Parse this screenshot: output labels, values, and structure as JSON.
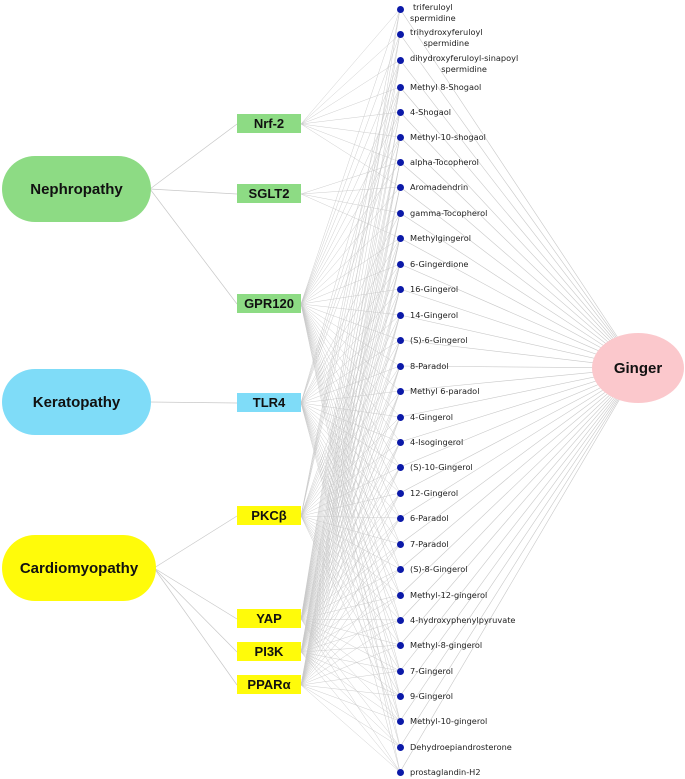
{
  "colors": {
    "kidney": "#8ddb84",
    "eye": "#7fdcf8",
    "heart": "#fffb0a",
    "herb": "#fbc8cc",
    "dot": "#0b19a8",
    "edge": "#c8c8c8"
  },
  "diseases": [
    {
      "id": "nephropathy",
      "label": "Nephropathy",
      "color": "#8ddb84"
    },
    {
      "id": "keratopathy",
      "label": "Keratopathy",
      "color": "#7fdcf8"
    },
    {
      "id": "cardiomyopathy",
      "label": "Cardiomyopathy",
      "color": "#fffb0a"
    }
  ],
  "targets": [
    {
      "id": "nrf2",
      "label": "Nrf-2",
      "color": "#8ddb84",
      "disease": "nephropathy"
    },
    {
      "id": "sglt2",
      "label": "SGLT2",
      "color": "#8ddb84",
      "disease": "nephropathy"
    },
    {
      "id": "gpr120",
      "label": "GPR120",
      "color": "#8ddb84",
      "disease": "nephropathy"
    },
    {
      "id": "tlr4",
      "label": "TLR4",
      "color": "#7fdcf8",
      "disease": "keratopathy"
    },
    {
      "id": "pkcb",
      "label": "PKCβ",
      "color": "#fffb0a",
      "disease": "cardiomyopathy"
    },
    {
      "id": "yap",
      "label": "YAP",
      "color": "#fffb0a",
      "disease": "cardiomyopathy"
    },
    {
      "id": "pi3k",
      "label": "PI3K",
      "color": "#fffb0a",
      "disease": "cardiomyopathy"
    },
    {
      "id": "ppara",
      "label": "PPARα",
      "color": "#fffb0a",
      "disease": "cardiomyopathy"
    }
  ],
  "compounds": [
    {
      "label": "triferuloyl\nspermidine"
    },
    {
      "label": "trihydroxyferuloyl\nspermidine"
    },
    {
      "label": "dihydroxyferuloyl-sinapoyl\nspermidine"
    },
    {
      "label": "Methyl 8-Shogaol"
    },
    {
      "label": "4-Shogaol"
    },
    {
      "label": "Methyl-10-shogaol"
    },
    {
      "label": "alpha-Tocopherol"
    },
    {
      "label": "Aromadendrin"
    },
    {
      "label": "gamma-Tocopherol"
    },
    {
      "label": "Methylgingerol"
    },
    {
      "label": "6-Gingerdione"
    },
    {
      "label": "16-Gingerol"
    },
    {
      "label": "14-Gingerol"
    },
    {
      "label": "(S)-6-Gingerol"
    },
    {
      "label": "8-Paradol"
    },
    {
      "label": "Methyl 6-paradol"
    },
    {
      "label": "4-Gingerol"
    },
    {
      "label": "4-Isogingerol"
    },
    {
      "label": "(S)-10-Gingerol"
    },
    {
      "label": "12-Gingerol"
    },
    {
      "label": "6-Paradol"
    },
    {
      "label": "7-Paradol"
    },
    {
      "label": "(S)-8-Gingerol"
    },
    {
      "label": "Methyl-12-gingerol"
    },
    {
      "label": "4-hydroxyphenylpyruvate"
    },
    {
      "label": "Methyl-8-gingerol"
    },
    {
      "label": "7-Gingerol"
    },
    {
      "label": "9-Gingerol"
    },
    {
      "label": "Methyl-10-gingerol"
    },
    {
      "label": "Dehydroepiandrosterone"
    },
    {
      "label": "prostaglandin-H2"
    }
  ],
  "herb": {
    "label": "Ginger",
    "color": "#fbc8cc"
  }
}
